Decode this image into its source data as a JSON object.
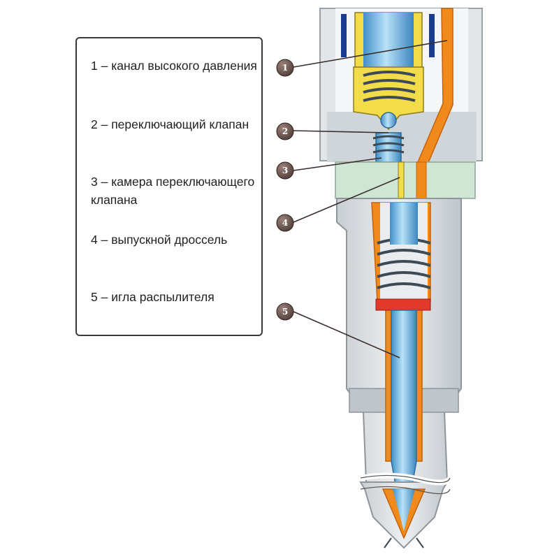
{
  "legend": {
    "items": [
      {
        "number": "1",
        "text": "1 – канал высокого давления"
      },
      {
        "number": "2",
        "text": "2 – переключающий клапан"
      },
      {
        "number": "3",
        "text": "3 – камера переключающего клапана"
      },
      {
        "number": "4",
        "text": "4 – выпускной дроссель"
      },
      {
        "number": "5",
        "text": "5 – игла распылителя"
      }
    ]
  },
  "callouts": [
    "1",
    "2",
    "3",
    "4",
    "5"
  ],
  "colors": {
    "body_gray": "#dfe3e6",
    "fuel_orange": "#f08a1c",
    "valve_blue": "#5fb3e0",
    "valve_chamber_yellow": "#f2dc4a",
    "throttle_plate_green": "#cfe6d4",
    "needle_seal_red": "#e23a2a",
    "callout_badge": "#6b5650"
  }
}
